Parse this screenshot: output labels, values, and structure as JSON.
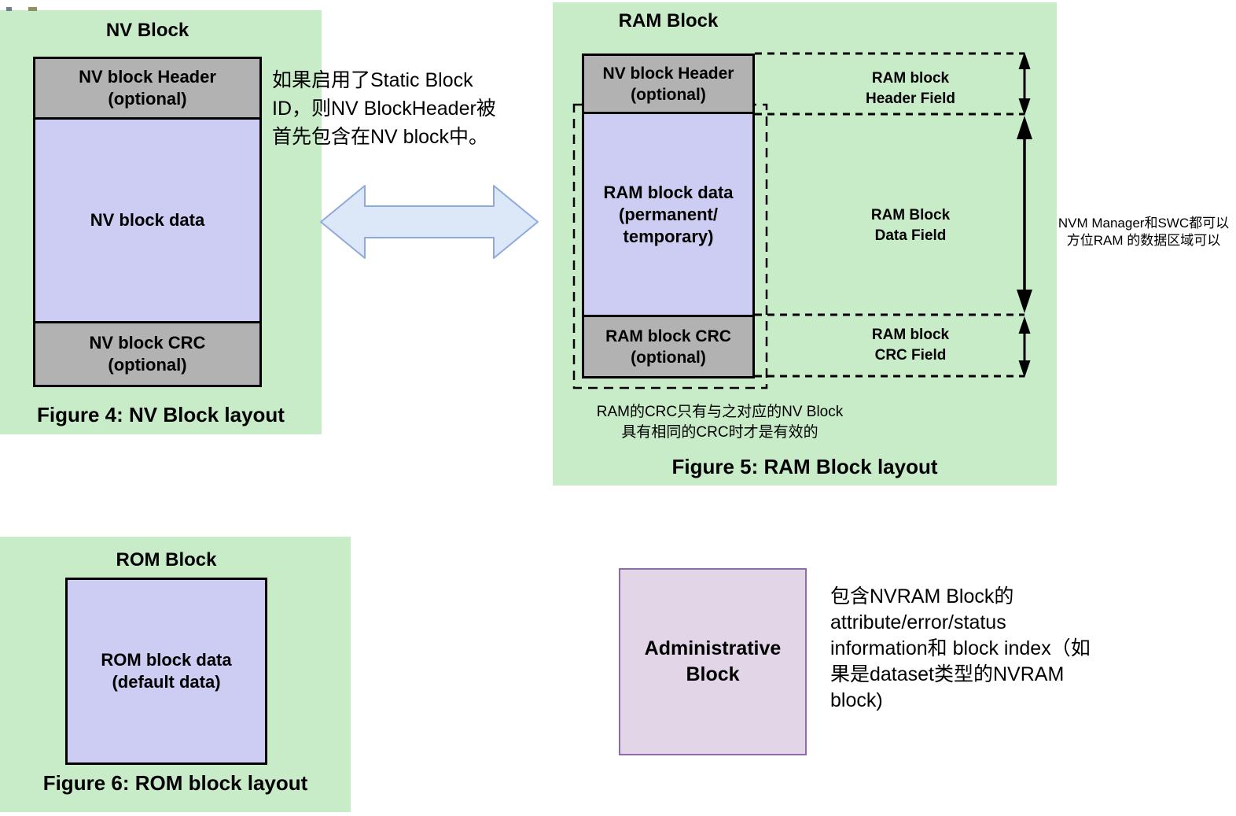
{
  "nv": {
    "title": "NV Block",
    "header": "NV block Header\n(optional)",
    "data": "NV block data",
    "crc": "NV block CRC\n(optional)",
    "caption": "Figure 4: NV Block layout"
  },
  "nv_note": "如果启用了Static Block\nID，则NV BlockHeader被\n首先包含在NV block中。",
  "ram": {
    "title": "RAM Block",
    "header": "NV block Header\n(optional)",
    "data": "RAM block data\n(permanent/\ntemporary)",
    "crc": "RAM block CRC\n(optional)",
    "field_header": "RAM block\nHeader Field",
    "field_data": "RAM Block\nData Field",
    "field_crc": "RAM block\nCRC Field",
    "note": "RAM的CRC只有与之对应的NV Block\n具有相同的CRC时才是有效的",
    "caption": "Figure 5: RAM Block layout"
  },
  "side_note": "NVM Manager和SWC都可以\n方位RAM 的数据区域可以",
  "rom": {
    "title": "ROM Block",
    "data": "ROM block data\n(default data)",
    "caption": "Figure 6: ROM block layout"
  },
  "admin": {
    "label": "Administrative\nBlock",
    "note": "包含NVRAM Block的\nattribute/error/status\ninformation和 block index（如\n果是dataset类型的NVRAM\nblock)"
  },
  "colors": {
    "panel_green": "#c8ecc8",
    "box_gray": "#b2b2b2",
    "box_lavender": "#cdcdf3",
    "admin_fill": "#e1d5e7",
    "admin_border": "#8e6ca8",
    "arrow_fill": "#dce8f7",
    "arrow_stroke": "#8eaadb",
    "line_black": "#000000"
  }
}
